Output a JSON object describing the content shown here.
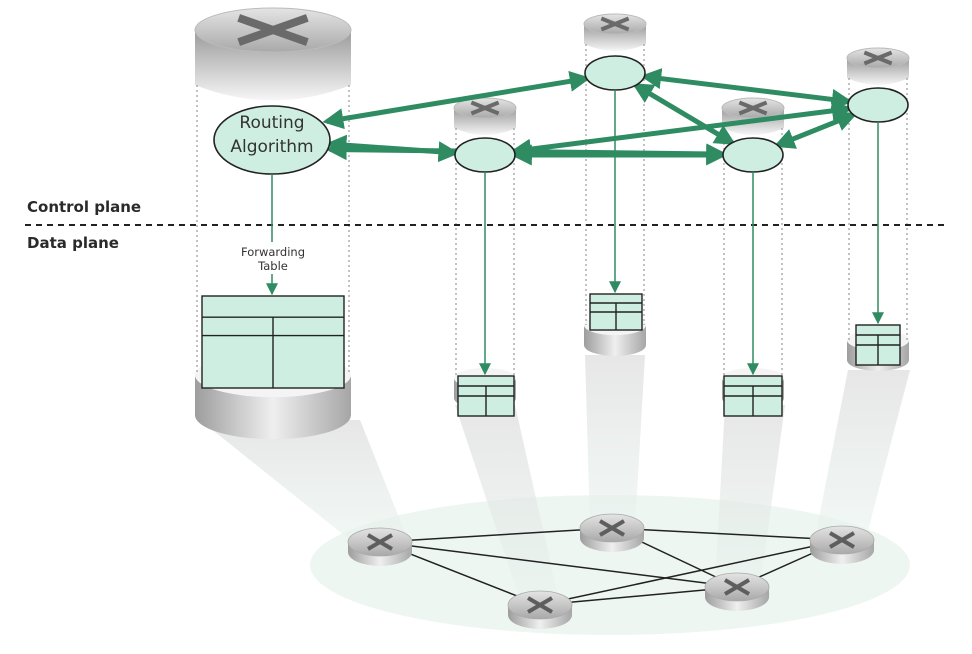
{
  "labels": {
    "control_plane": "Control plane",
    "data_plane": "Data plane",
    "routing_algorithm_line1": "Routing",
    "routing_algorithm_line2": "Algorithm",
    "forwarding_table_line1": "Forwarding",
    "forwarding_table_line2": "Table"
  },
  "colors": {
    "arrow_green": "#2e8b62",
    "fill_mint": "#cdeee0",
    "outline": "#222222",
    "router_gray": "#c8c8c8",
    "shadow_mint": "#e6f4ee"
  },
  "routers": [
    {
      "id": "main",
      "name": "router-main",
      "has_algorithm_label": true
    },
    {
      "id": "r2",
      "name": "router-2"
    },
    {
      "id": "r3",
      "name": "router-3"
    },
    {
      "id": "r4",
      "name": "router-4"
    },
    {
      "id": "r5",
      "name": "router-5"
    }
  ],
  "control_links": [
    [
      "main",
      "r3"
    ],
    [
      "main",
      "r2"
    ],
    [
      "main",
      "r4"
    ],
    [
      "r3",
      "r5"
    ],
    [
      "r3",
      "r4"
    ],
    [
      "r2",
      "r4"
    ],
    [
      "r2",
      "r5"
    ],
    [
      "r4",
      "r5"
    ]
  ],
  "network_links": [
    [
      "a",
      "b"
    ],
    [
      "a",
      "d"
    ],
    [
      "a",
      "c"
    ],
    [
      "b",
      "e"
    ],
    [
      "b",
      "d"
    ],
    [
      "c",
      "e"
    ],
    [
      "c",
      "d"
    ],
    [
      "d",
      "e"
    ]
  ]
}
